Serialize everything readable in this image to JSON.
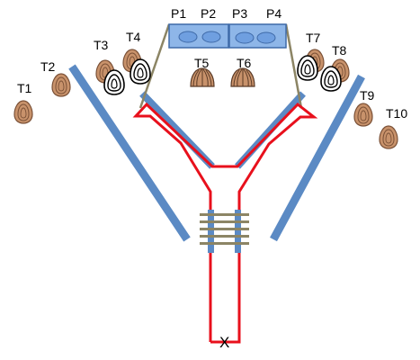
{
  "diagram": {
    "port_labels": [
      "P1",
      "P2",
      "P3",
      "P4"
    ],
    "trap_labels": [
      "T1",
      "T2",
      "T3",
      "T4",
      "T5",
      "T6",
      "T7",
      "T8",
      "T9",
      "T10"
    ],
    "end_marker": "X",
    "colors": {
      "wall": "#5b8ac4",
      "track": "#e8101c",
      "cone_fill": "#c8926b",
      "cone_stroke": "#7a5036",
      "bridge": "#8c8565",
      "port_fill": "#8eb6e8",
      "port_stroke": "#3f6aa8"
    },
    "icons": {
      "trap": "cone-icon",
      "ring_trap": "ring-icon",
      "port_lens": "oval-lens-icon"
    }
  }
}
